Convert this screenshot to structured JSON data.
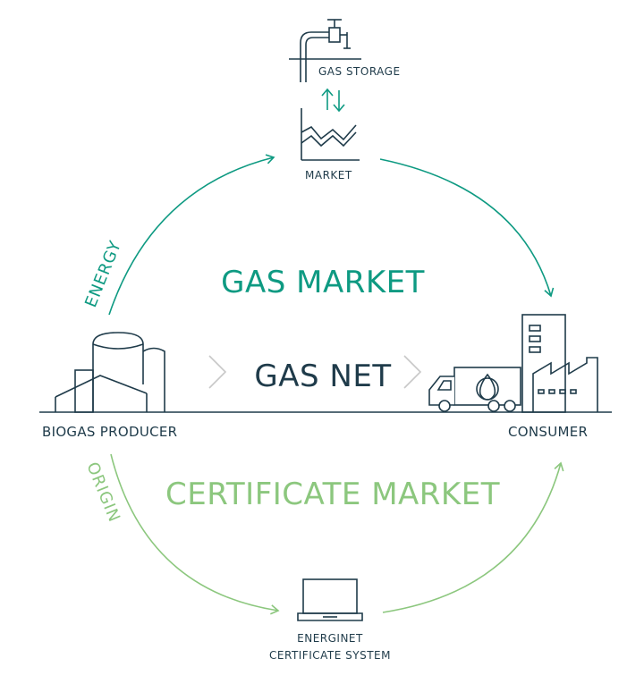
{
  "colors": {
    "dark": "#1f3b4a",
    "teal": "#0e9a82",
    "light_green": "#8cc77e",
    "gray_chevron": "#c8c8c8"
  },
  "nodes": {
    "gas_storage": "GAS STORAGE",
    "market": "MARKET",
    "biogas_producer": "BIOGAS PRODUCER",
    "consumer": "CONSUMER",
    "certificate_system_line1": "ENERGINET",
    "certificate_system_line2": "CERTIFICATE SYSTEM"
  },
  "markets": {
    "gas_market": "GAS MARKET",
    "gas_net": "GAS NET",
    "certificate_market": "CERTIFICATE MARKET"
  },
  "flows": {
    "energy": "ENERGY",
    "origin": "ORIGIN"
  },
  "icons": {
    "gas_storage": "valve-pipe-icon",
    "market": "market-chart-icon",
    "exchange": "up-down-arrows-icon",
    "producer": "biogas-plant-icon",
    "consumer": "factory-truck-icon",
    "certificate_system": "laptop-icon"
  }
}
